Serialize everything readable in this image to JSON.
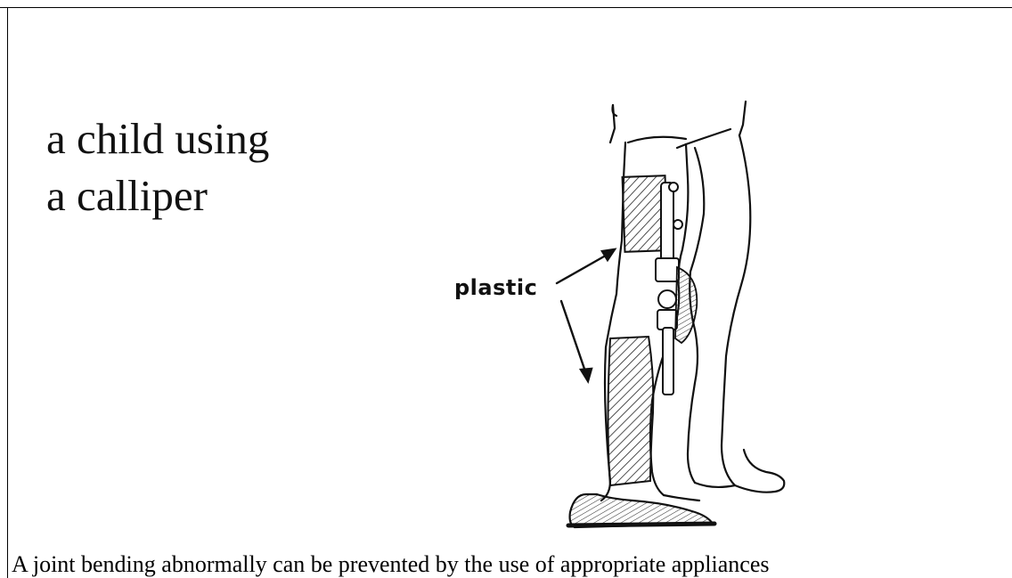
{
  "heading": {
    "line1": "a child using",
    "line2": "a calliper"
  },
  "figure": {
    "label": "plastic"
  },
  "caption": "A joint bending abnormally can be prevented by the use of appropriate appliances"
}
